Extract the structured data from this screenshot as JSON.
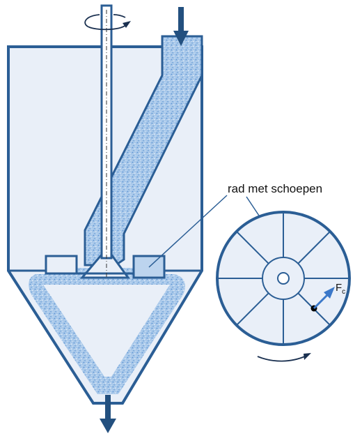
{
  "labels": {
    "wheel_callout": "rad met schoepen",
    "force_main": "F",
    "force_sub": "c"
  },
  "colors": {
    "stroke": "#2b5e95",
    "fill_light": "#e9eff8",
    "powder": "#9fc2e8",
    "powder_speck": "#5f95d2",
    "arrow": "#23507f",
    "force_arrow": "#3b78c9"
  },
  "icons": {
    "rotation": "rotation-arrow-icon",
    "inlet": "down-arrow-icon",
    "outlet": "down-arrow-icon"
  }
}
